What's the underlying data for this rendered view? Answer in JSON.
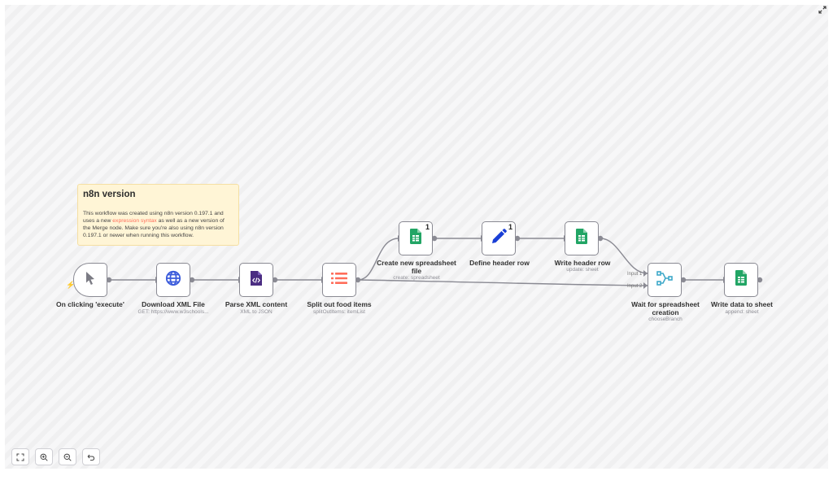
{
  "sticky_note": {
    "title": "n8n version",
    "body_before_link": "This workflow was created using n8n version 0.197.1 and uses a new ",
    "link_text": "expression syntax",
    "body_after_link": " as well as a new version of the Merge node. Make sure you're also using n8n version 0.197.1 or newer when running this workflow."
  },
  "nodes": {
    "trigger": {
      "label": "On clicking 'execute'",
      "subtitle": "",
      "icon": "cursor-icon"
    },
    "download": {
      "label": "Download XML File",
      "subtitle": "GET: https://www.w3schools...",
      "icon": "globe-icon"
    },
    "parse": {
      "label": "Parse XML content",
      "subtitle": "XML to JSON",
      "icon": "code-file-icon"
    },
    "split": {
      "label": "Split out food items",
      "subtitle": "splitOutItems: itemList",
      "icon": "list-icon"
    },
    "create_sheet": {
      "label": "Create new spreadsheet file",
      "subtitle": "create: spreadsheet",
      "count": "1",
      "icon": "google-sheets-icon"
    },
    "define_header": {
      "label": "Define header row",
      "subtitle": "",
      "count": "1",
      "icon": "pencil-icon"
    },
    "write_header": {
      "label": "Write header row",
      "subtitle": "update: sheet",
      "icon": "google-sheets-icon"
    },
    "wait": {
      "label": "Wait for spreadsheet creation",
      "subtitle": "chooseBranch",
      "input1": "Input 1",
      "input2": "Input 2",
      "icon": "merge-icon"
    },
    "write_data": {
      "label": "Write data to sheet",
      "subtitle": "append: sheet",
      "icon": "google-sheets-icon"
    }
  },
  "controls": {
    "zoom_to_fit": "zoom-to-fit-icon",
    "zoom_in": "zoom-in-icon",
    "zoom_out": "zoom-out-icon",
    "reset": "undo-icon"
  },
  "colors": {
    "accent": "#ff6d5a",
    "sheets_green": "#22a565",
    "edge": "#8a8a93",
    "sticky_bg": "#fff5d6",
    "globe_blue": "#3b5bdb",
    "xml_purple": "#4b2d82",
    "merge_cyan": "#3fa9c9"
  }
}
